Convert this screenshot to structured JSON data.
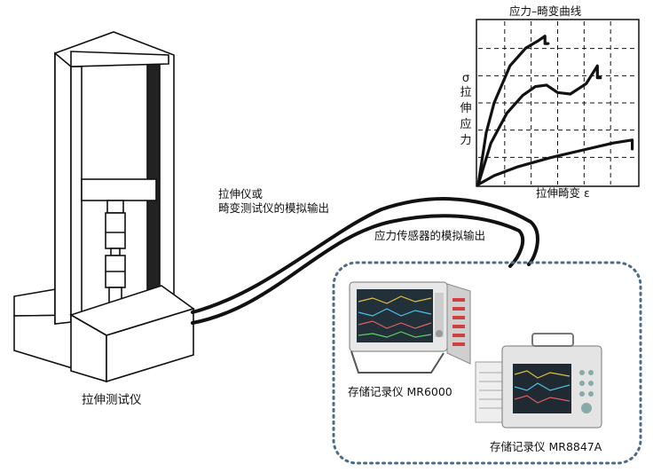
{
  "machine": {
    "label": "拉伸测试仪"
  },
  "cable": {
    "upper_label_line1": "拉伸仪或",
    "upper_label_line2": "畸变测试仪的模拟输出",
    "lower_label": "应力传感器的模拟输出"
  },
  "chart_data": {
    "type": "line",
    "title": "应力–畸变曲线",
    "xlabel": "拉伸畸变 ε",
    "ylabel_symbol": "σ",
    "ylabel_chars": [
      "拉",
      "伸",
      "应",
      "力"
    ],
    "grid": true,
    "grid_style": "dashed",
    "series": [
      {
        "x": [
          0,
          5,
          10,
          20,
          30,
          38,
          42,
          42,
          44
        ],
        "y": [
          0,
          35,
          55,
          80,
          92,
          97,
          100,
          95,
          95
        ]
      },
      {
        "x": [
          0,
          8,
          18,
          28,
          36,
          43,
          50,
          58,
          68,
          75,
          75,
          77
        ],
        "y": [
          0,
          28,
          48,
          60,
          66,
          67,
          62,
          61,
          68,
          80,
          72,
          72
        ]
      },
      {
        "x": [
          0,
          10,
          25,
          45,
          65,
          85,
          97,
          97
        ],
        "y": [
          0,
          6,
          12,
          18,
          23,
          28,
          30,
          24
        ]
      }
    ]
  },
  "recorders": {
    "box_border_color": "#4a6b8a",
    "mr6000_label": "存储记录仪  MR6000",
    "mr8847a_label": "存储记录仪   MR8847A"
  }
}
